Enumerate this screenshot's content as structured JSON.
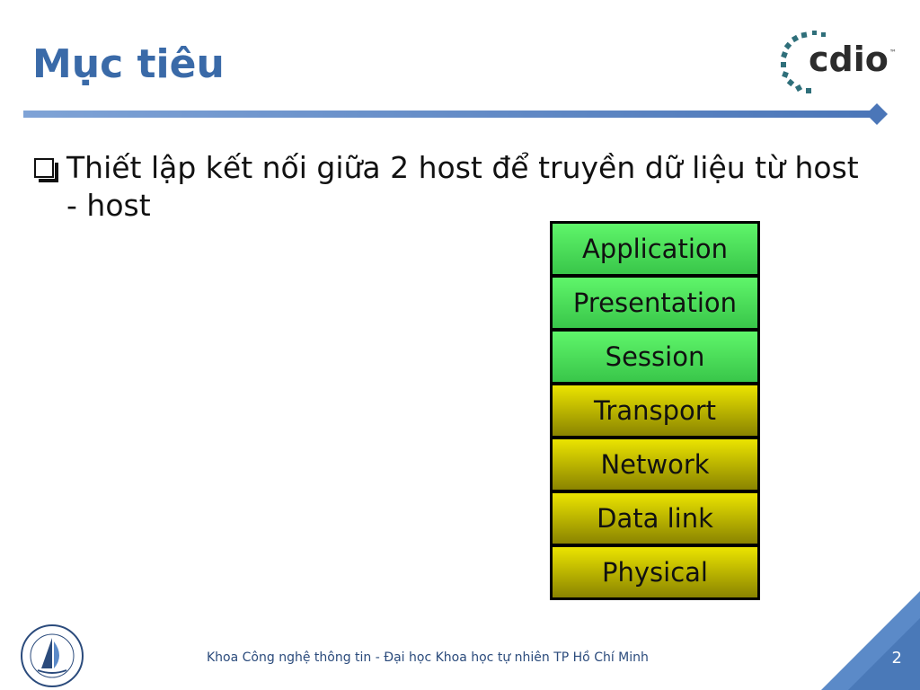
{
  "slide": {
    "title": "Mục tiêu",
    "bullet": "Thiết lập kết nối giữa 2 host để truyền dữ liệu từ host - host",
    "osi_layers": [
      {
        "label": "Application",
        "color": "#4fe05c"
      },
      {
        "label": "Presentation",
        "color": "#4fe05c"
      },
      {
        "label": "Session",
        "color": "#4fe05c"
      },
      {
        "label": "Transport",
        "color": "#c9c200"
      },
      {
        "label": "Network",
        "color": "#c9c200"
      },
      {
        "label": "Data link",
        "color": "#c9c200"
      },
      {
        "label": "Physical",
        "color": "#c9c200"
      }
    ]
  },
  "logo": {
    "text": "cdio",
    "trademark": "™"
  },
  "footer": {
    "text": "Khoa Công nghệ thông tin - Đại học Khoa học tự nhiên TP Hồ Chí Minh",
    "page_number": "2"
  },
  "colors": {
    "accent": "#3a6aa8",
    "title": "#3a6aa8",
    "corner": "#5b8ac8"
  },
  "icons": {
    "bullet": "checkbox-bullet-icon",
    "university_logo": "university-seal-icon",
    "brand_logo": "cdio-logo-icon"
  }
}
